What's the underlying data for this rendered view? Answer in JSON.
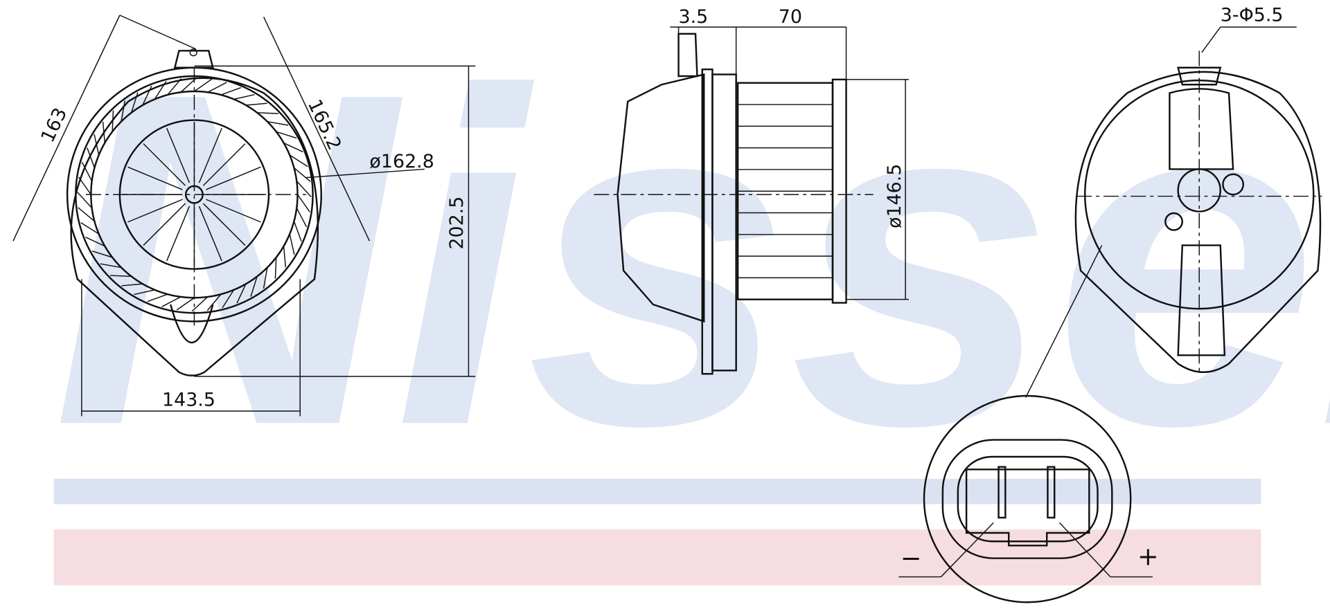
{
  "watermark": "Nissens",
  "colors": {
    "blue_band": "#dbe3f3",
    "red_band": "#f6dde2",
    "line": "#111111"
  },
  "front_view": {
    "dim_diagonal_left": "163",
    "dim_diagonal_right": "165.2",
    "dim_diameter": "ø162.8",
    "dim_height": "202.5",
    "dim_width": "143.5"
  },
  "side_view": {
    "dim_flange": "3.5",
    "dim_length": "70",
    "dim_diameter": "ø146.5"
  },
  "rear_view": {
    "dim_holes": "3-Φ5.5"
  },
  "connector": {
    "minus": "−",
    "plus": "+"
  }
}
